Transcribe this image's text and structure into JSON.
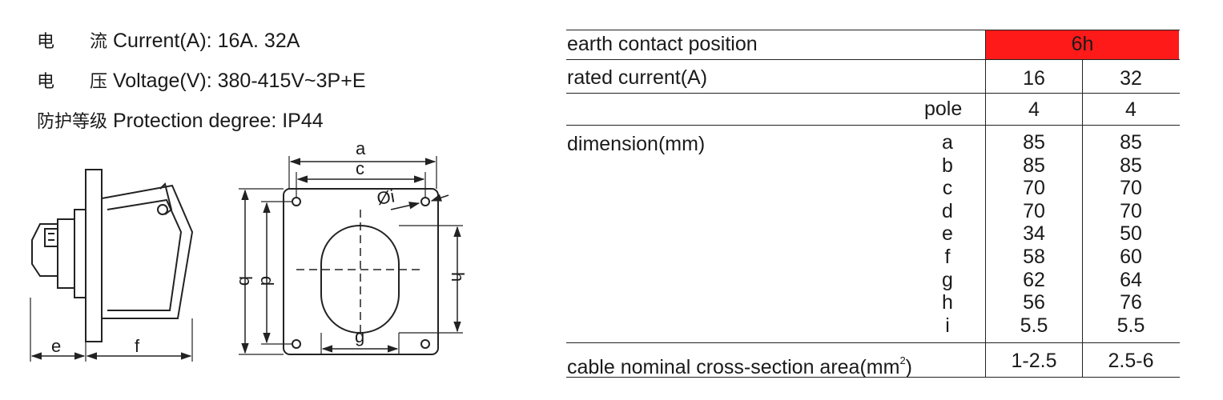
{
  "specs": {
    "current": {
      "cn_a": "电",
      "cn_b": "流",
      "text": "Current(A): 16A. 32A"
    },
    "voltage": {
      "cn_a": "电",
      "cn_b": "压",
      "text": "Voltage(V): 380-415V~3P+E"
    },
    "protection": {
      "cn": "防护等级",
      "text": "Protection degree: IP44"
    }
  },
  "drawing_labels": {
    "a": "a",
    "b": "b",
    "c": "c",
    "d": "d",
    "e": "e",
    "f": "f",
    "g": "g",
    "h": "h",
    "i": "Øi"
  },
  "table": {
    "earth_label": "earth contact position",
    "earth_value": "6h",
    "rated_label": "rated current(A)",
    "rated_values": [
      "16",
      "32"
    ],
    "pole_label": "pole",
    "pole_values": [
      "4",
      "4"
    ],
    "dimension_label": "dimension(mm)",
    "dimension_letters": [
      "a",
      "b",
      "c",
      "d",
      "e",
      "f",
      "g",
      "h",
      "i"
    ],
    "dimension_16": [
      "85",
      "85",
      "70",
      "70",
      "34",
      "58",
      "62",
      "56",
      "5.5"
    ],
    "dimension_32": [
      "85",
      "85",
      "70",
      "70",
      "50",
      "60",
      "64",
      "76",
      "5.5"
    ],
    "cable_label": "cable nominal cross-section area(mm",
    "cable_sup": "2",
    "cable_label_end": ")",
    "cable_values": [
      "1-2.5",
      "2.5-6"
    ]
  },
  "colors": {
    "earth_highlight": "#ff1a1a",
    "line": "#222222"
  }
}
